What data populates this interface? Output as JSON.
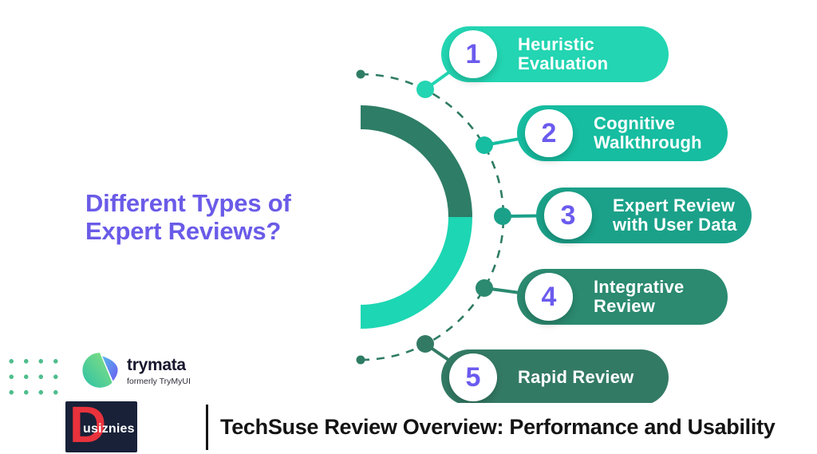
{
  "title": {
    "text": "Different Types of\nExpert Reviews?"
  },
  "items": [
    {
      "number": "1",
      "label": "Heuristic\nEvaluation"
    },
    {
      "number": "2",
      "label": "Cognitive\nWalkthrough"
    },
    {
      "number": "3",
      "label": "Expert Review\nwith User Data"
    },
    {
      "number": "4",
      "label": "Integrative\nReview"
    },
    {
      "number": "5",
      "label": "Rapid Review"
    }
  ],
  "branding": {
    "trymata": {
      "name": "trymata",
      "tagline": "formerly TryMyUI"
    },
    "dusiznies": {
      "initial": "D",
      "rest": "usiznies"
    }
  },
  "footer": {
    "headline": "TechSuse Review Overview: Performance and Usability"
  },
  "colors": {
    "pill1": "#23D5B2",
    "pill2": "#16BDA0",
    "pill3": "#1BA189",
    "pill4": "#2B8A70",
    "pill5": "#337A64",
    "donut_top": "#2E7D66",
    "donut_bottom": "#1DD6B3",
    "arc": "#2E7C64",
    "number_purple": "#6B5BEE",
    "title_purple": "#6A5BE8",
    "leaf_green1": "#8BE27F",
    "leaf_green2": "#2CC1A7",
    "leaf_blue1": "#56B7EA",
    "leaf_blue2": "#6D5CF2",
    "logo_navy": "#182138",
    "logo_red": "#E8323C",
    "dot_green": "#4FBE8D",
    "headline_dark": "#141414",
    "trymata_dark": "#17172E"
  }
}
